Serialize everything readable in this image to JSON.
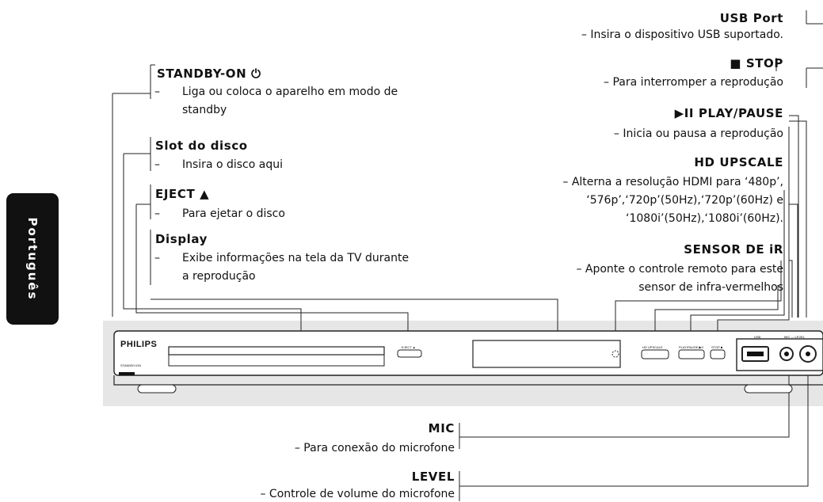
{
  "language_tab": "Português",
  "callouts": {
    "usb_port": {
      "title": "USB Port",
      "desc": "– Insira o dispositivo USB suportado."
    },
    "stop": {
      "title": "■  STOP",
      "desc": "– Para interromper a reprodução"
    },
    "play_pause": {
      "title": "▶II PLAY/PAUSE",
      "desc": "– Inicia ou pausa a reprodução"
    },
    "hd_upscale": {
      "title": "HD UPSCALE",
      "desc_lines": [
        "– Alterna a resolução HDMI para ‘480p’,",
        "‘576p’,‘720p’(50Hz),‘720p’(60Hz) e",
        "‘1080i’(50Hz),‘1080i’(60Hz)."
      ]
    },
    "sensor": {
      "title": "SENSOR DE iR",
      "desc_lines": [
        "– Aponte o controle remoto para este",
        "sensor de infra-vermelhos"
      ]
    },
    "standby": {
      "title": "STANDBY-ON ⏻",
      "dash": "–",
      "desc_lines": [
        "Liga ou coloca o aparelho em modo de",
        "standby"
      ]
    },
    "slot": {
      "title": "Slot do disco",
      "dash": "–",
      "desc": "Insira o disco aqui"
    },
    "eject": {
      "title": "EJECT ▲",
      "dash": "–",
      "desc": "Para ejetar o disco"
    },
    "display": {
      "title": "Display",
      "dash": "–",
      "desc_lines": [
        "Exibe informações na tela da TV durante",
        "a reprodução"
      ]
    },
    "mic": {
      "title": "MIC",
      "desc": "– Para conexão do microfone"
    },
    "level": {
      "title": "LEVEL",
      "desc": "– Controle de volume do microfone"
    }
  },
  "device": {
    "brand": "PHILIPS",
    "standby_label": "STANDBY•ON",
    "eject_label": "EJECT ▲",
    "hd_upscale_label": "HD UPSCALE",
    "play_pause_label": "PLAY/PAUSE ▶II",
    "stop_label": "STOP ■",
    "usb_label": "USB",
    "mic_level_label": "MIC — LEVEL"
  }
}
